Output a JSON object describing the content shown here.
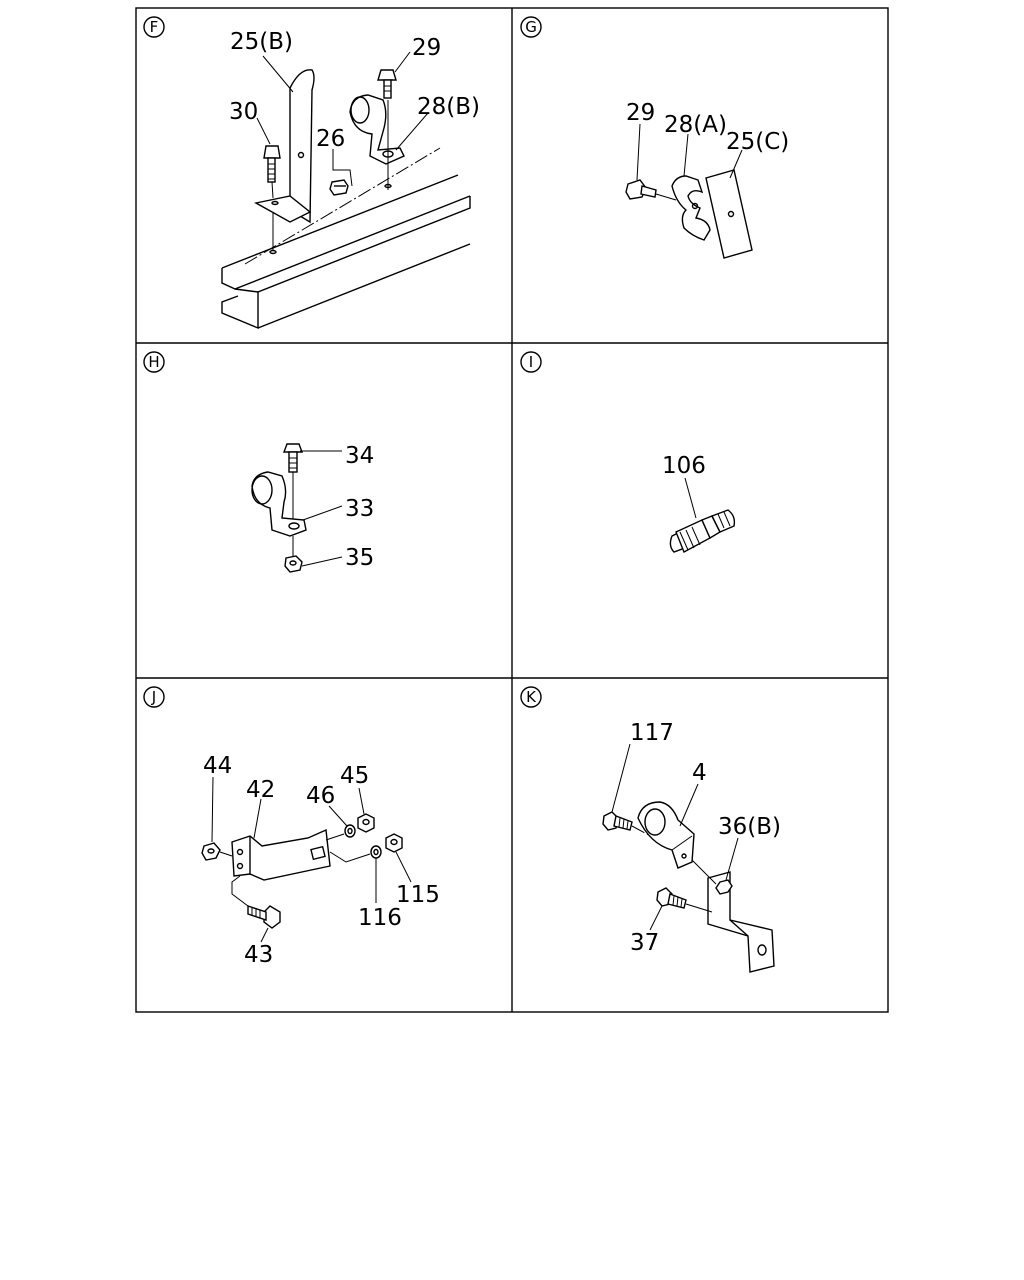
{
  "panels": [
    {
      "letter": "F",
      "labels": [
        "25(B)",
        "29",
        "30",
        "28(B)",
        "26"
      ]
    },
    {
      "letter": "G",
      "labels": [
        "29",
        "28(A)",
        "25(C)"
      ]
    },
    {
      "letter": "H",
      "labels": [
        "34",
        "33",
        "35"
      ]
    },
    {
      "letter": "I",
      "labels": [
        "106"
      ]
    },
    {
      "letter": "J",
      "labels": [
        "44",
        "42",
        "45",
        "46",
        "115",
        "116",
        "43"
      ]
    },
    {
      "letter": "K",
      "labels": [
        "117",
        "4",
        "36(B)",
        "37"
      ]
    }
  ]
}
